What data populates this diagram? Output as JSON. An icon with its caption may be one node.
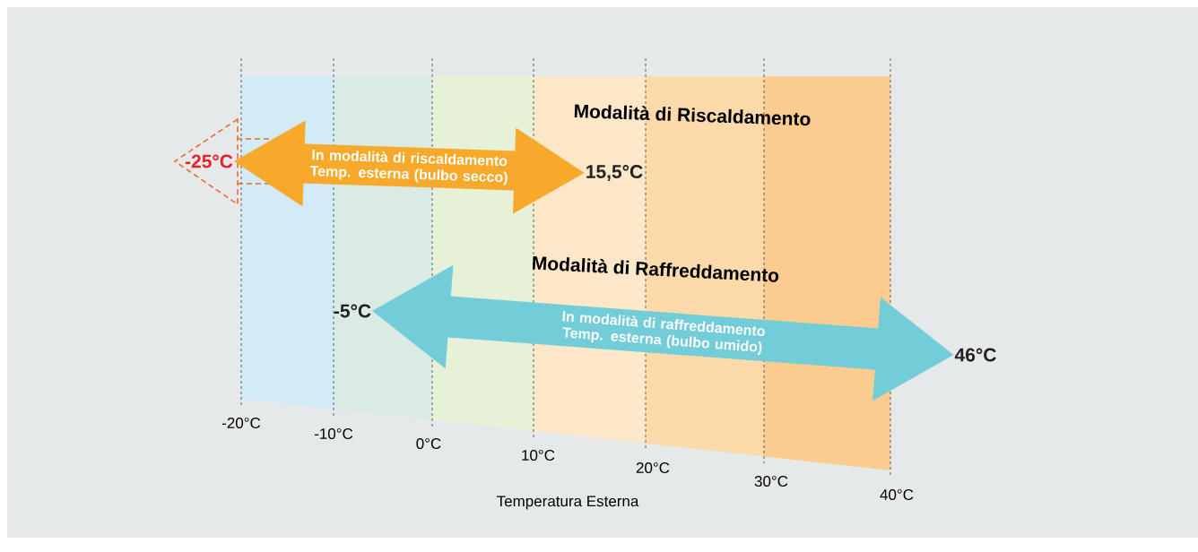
{
  "diagram": {
    "nodes": [
      {
        "text": [
          "-25°C"
        ]
      },
      {
        "text": [
          "15,5°C"
        ]
      },
      {
        "text": [
          "-5°C"
        ]
      },
      {
        "text": [
          "46°C"
        ]
      }
    ],
    "edges": [
      {
        "from": 0,
        "to": 1,
        "arrow": "both",
        "label": "In modalità di riscaldamento Temp. esterna (bulbo secco)",
        "color": "#f7a92b"
      },
      {
        "from": 2,
        "to": 3,
        "arrow": "both",
        "label": "In modalità di raffreddamento Temp. esterna (bulbo umido)",
        "color": "#72cdd8"
      }
    ],
    "labels": [
      "Modalità di Riscaldamento",
      "Modalità di Raffreddamento",
      "-20°C",
      "-10°C",
      "0°C",
      "10°C",
      "20°C",
      "30°C",
      "40°C",
      "Temperatura Esterna"
    ]
  }
}
